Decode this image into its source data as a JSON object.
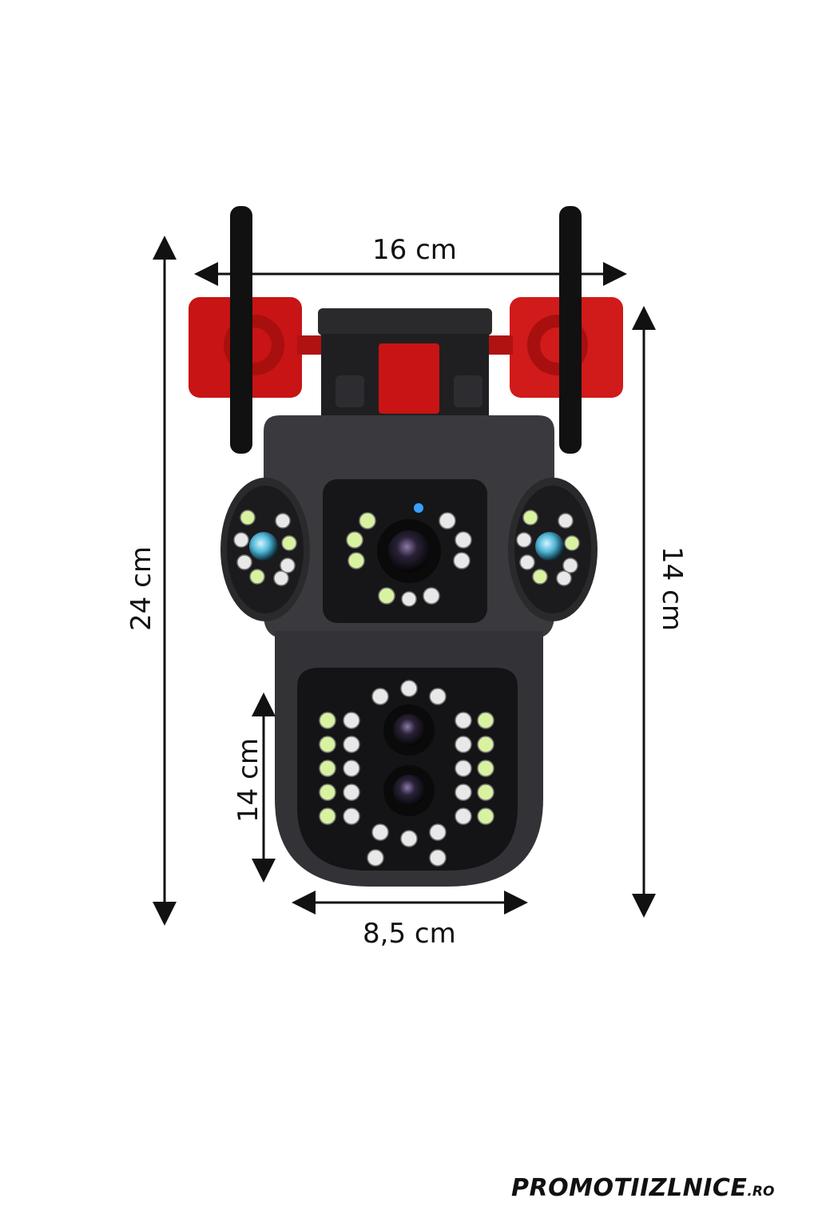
{
  "dimensions": {
    "top_width": "16 cm",
    "total_height": "24 cm",
    "body_height": "14 cm",
    "lower_height": "14 cm",
    "bottom_width": "8,5 cm"
  },
  "brand": {
    "main": "PROMOTIIZLNICE",
    "tld": ".RO"
  },
  "colors": {
    "camera_body": "#3a3a3e",
    "camera_dark": "#1c1c1f",
    "mount_red": "#d11a1a",
    "led_green": "#d9f2a0",
    "led_white": "#e8e8e8"
  }
}
